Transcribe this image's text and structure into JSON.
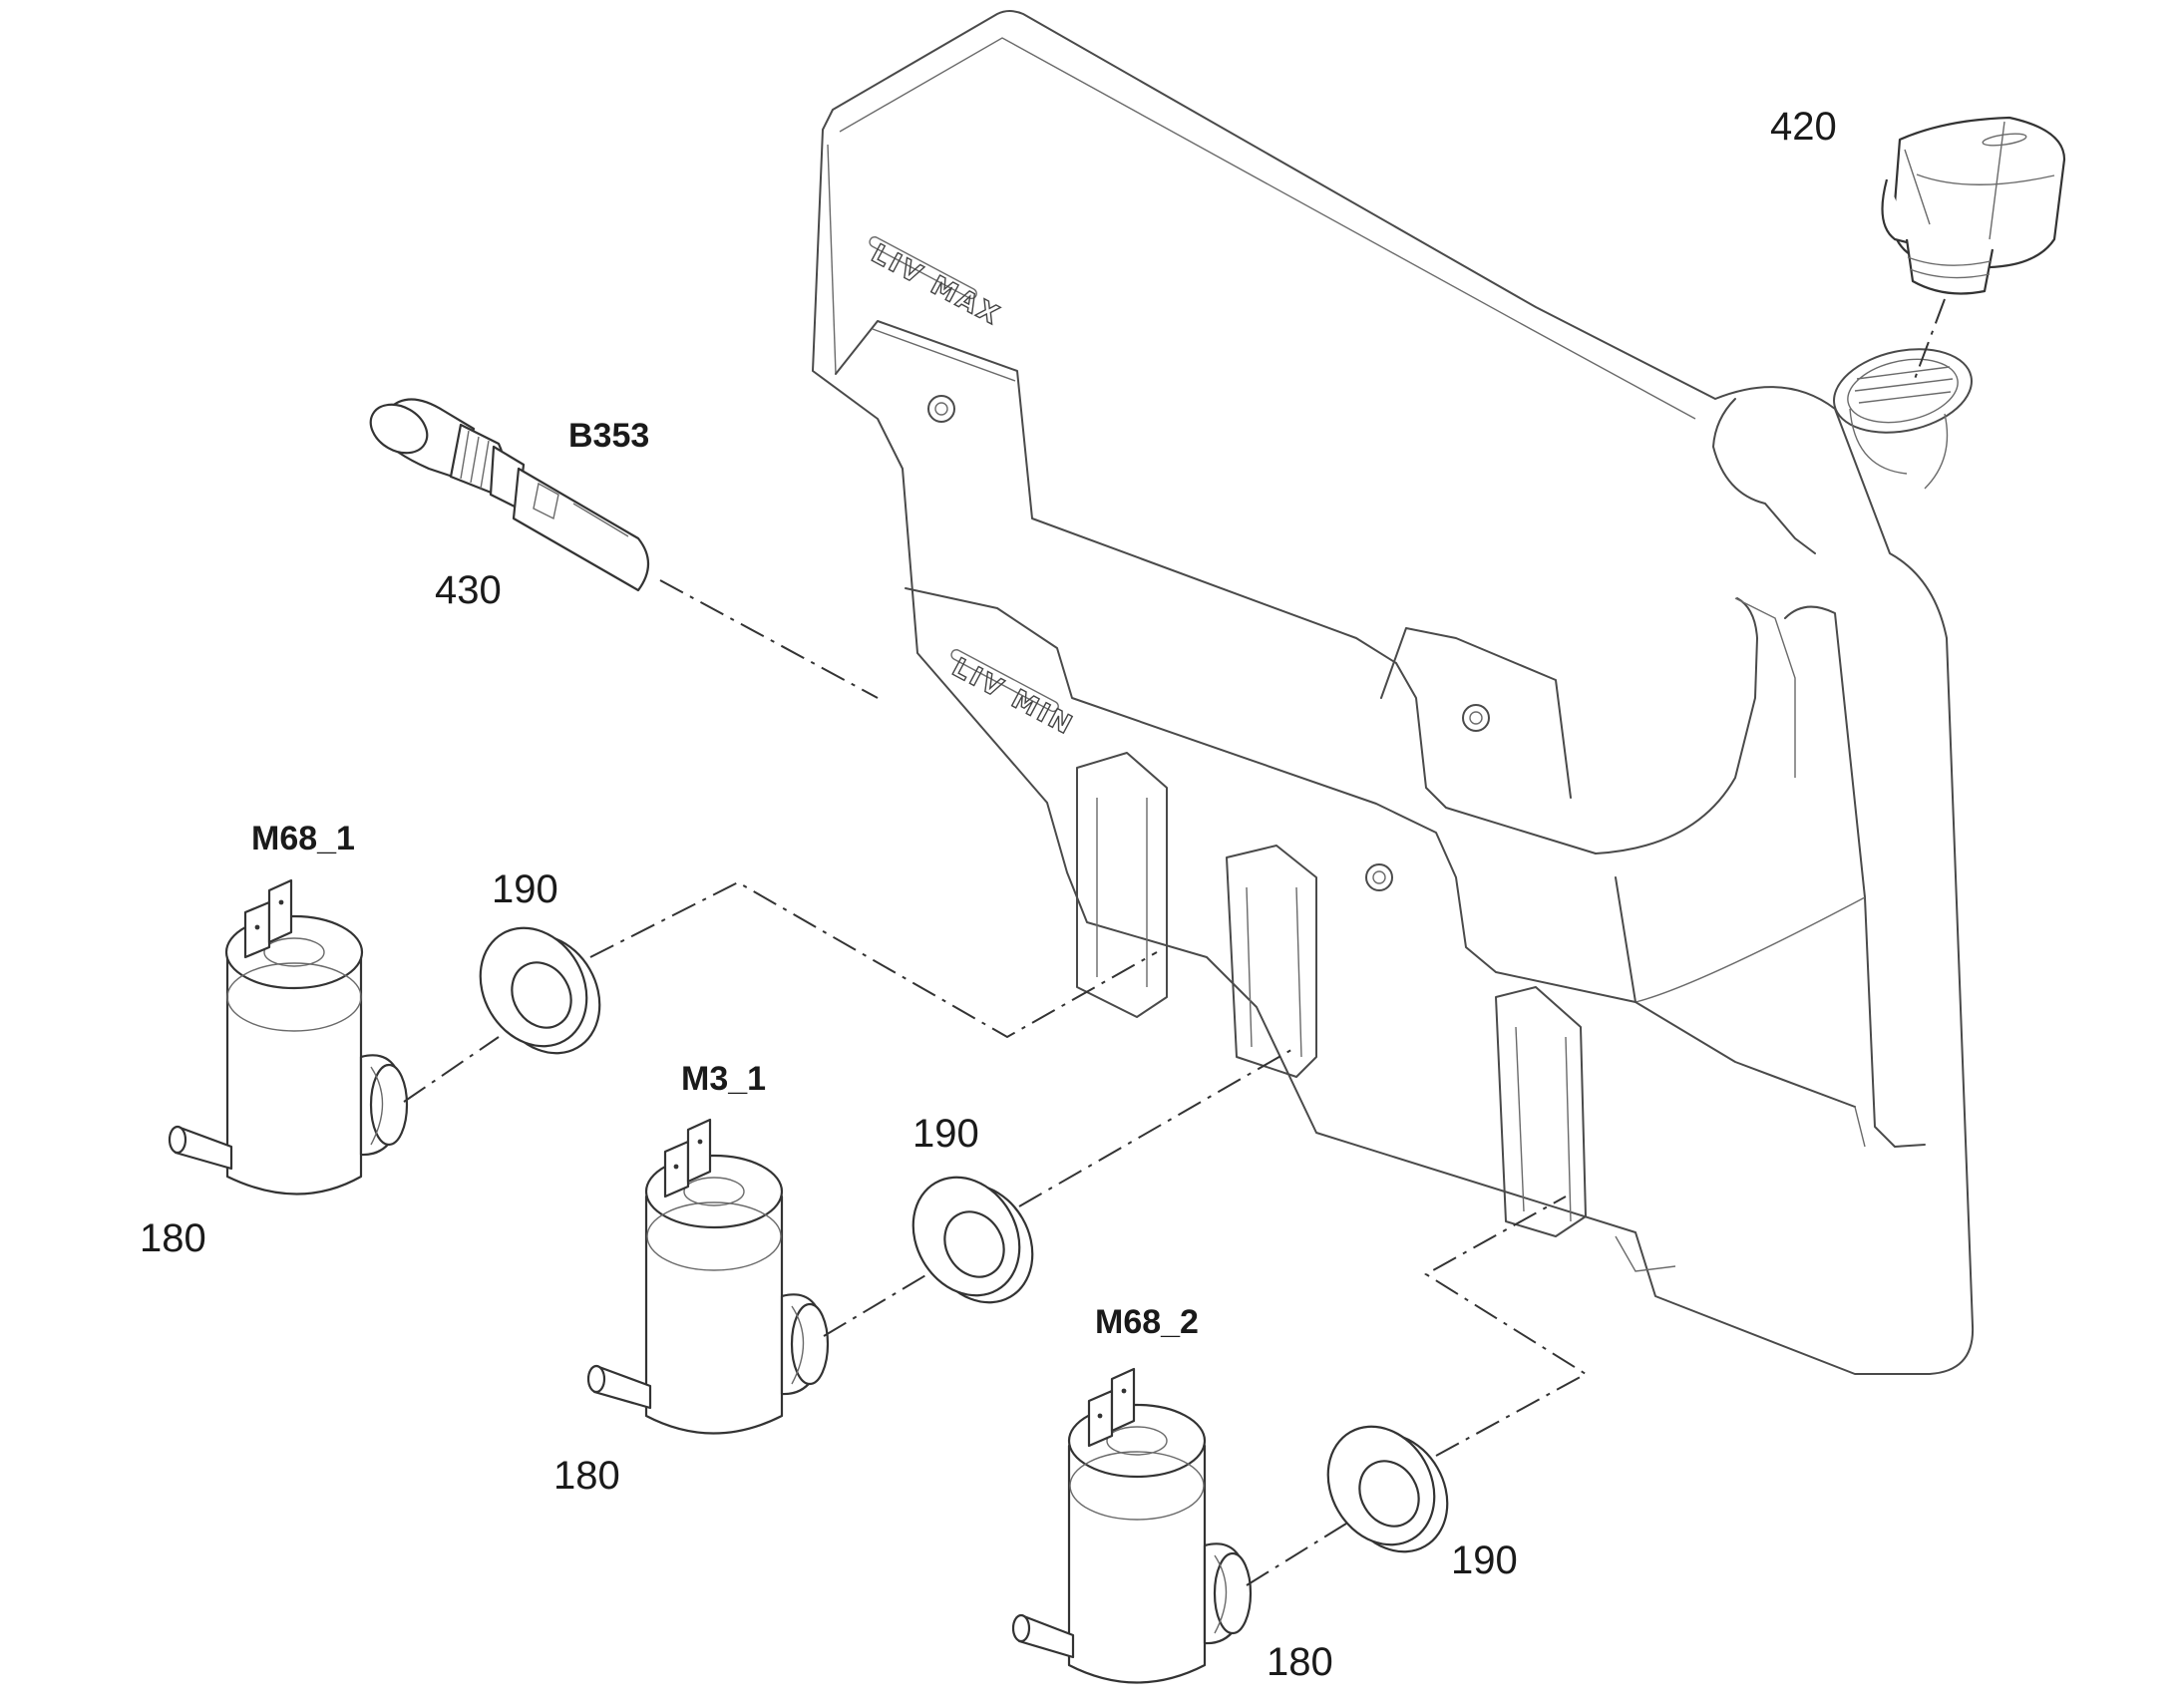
{
  "embossing": {
    "max": "LIV MAX",
    "min": "LIV MIN"
  },
  "callouts": {
    "cap": "420",
    "level_sensor_code": "B353",
    "level_sensor_num": "430",
    "pump1_code": "M68_1",
    "pump1_grommet": "190",
    "pump1_num": "180",
    "pump2_code": "M3_1",
    "pump2_grommet": "190",
    "pump2_num": "180",
    "pump3_code": "M68_2",
    "pump3_grommet": "190",
    "pump3_num": "180"
  }
}
